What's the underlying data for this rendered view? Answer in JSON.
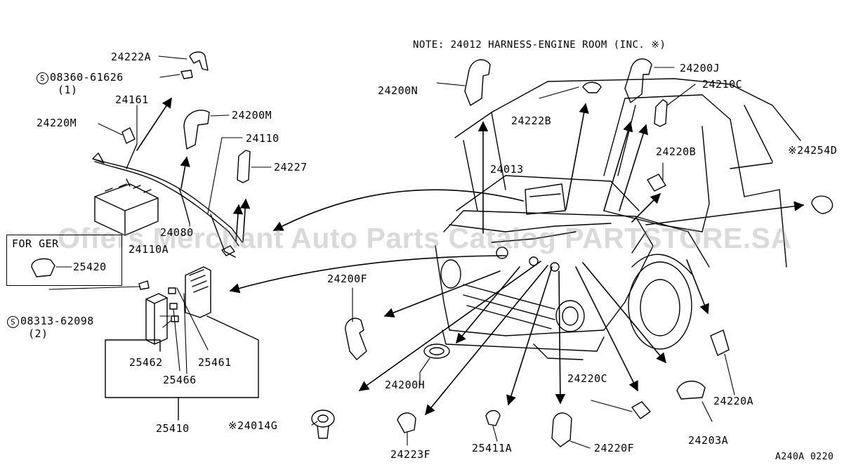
{
  "note": "NOTE: 24012 HARNESS-ENGINE ROOM (INC. ※)",
  "watermark": "Offers Merchant Auto Parts Catalog PARTSTORE.SA",
  "inset_title": "FOR GER",
  "diagram_code": "A240A 0220",
  "colors": {
    "line": "#000000",
    "watermark": "#969696"
  },
  "labels": {
    "p24222A": "24222A",
    "s08360": "08360-61626",
    "s08360_qty": "(1)",
    "p24161": "24161",
    "p24220M": "24220M",
    "p24200M": "24200M",
    "p24110": "24110",
    "p24227": "24227",
    "p24080": "24080",
    "p24110A": "24110A",
    "p25420": "25420",
    "s08313": "08313-62098",
    "s08313_qty": "(2)",
    "p25462": "25462",
    "p25461": "25461",
    "p25466": "25466",
    "p25410": "25410",
    "p24014G": "※24014G",
    "p24200N": "24200N",
    "p24222B": "24222B",
    "p24200J": "24200J",
    "p24210C": "24210C",
    "p24013": "24013",
    "p24220B": "24220B",
    "p24254D": "※24254D",
    "p24200F": "24200F",
    "p24200H": "24200H",
    "p24220C": "24220C",
    "p24220A": "24220A",
    "p24203A": "24203A",
    "p24223F": "24223F",
    "p25411A": "25411A",
    "p24220F": "24220F"
  },
  "symbols": {
    "screw": "S"
  }
}
